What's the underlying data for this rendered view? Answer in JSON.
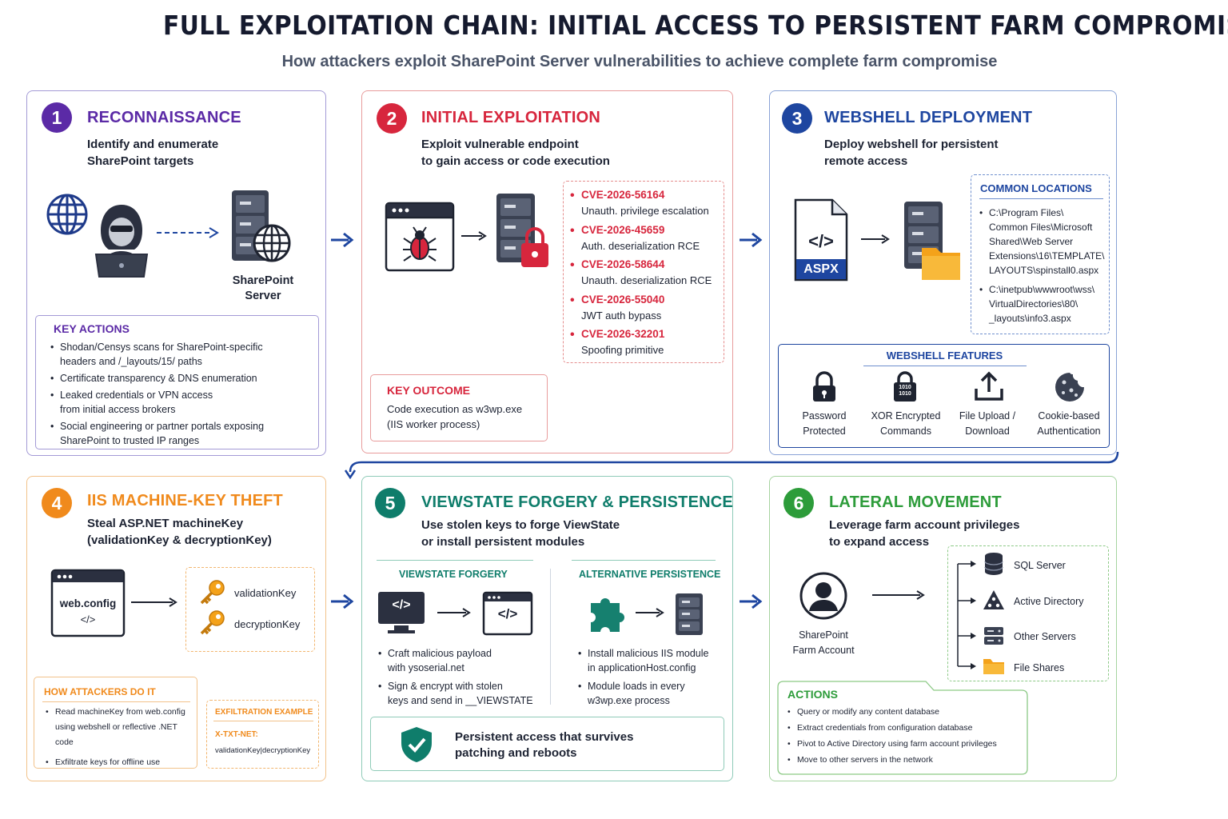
{
  "title": "FULL EXPLOITATION CHAIN: INITIAL ACCESS TO PERSISTENT FARM COMPROMISE",
  "subtitle": "How attackers exploit SharePoint Server vulnerabilities to achieve complete farm compromise",
  "colors": {
    "purple": "#5b2aa6",
    "red": "#d7263d",
    "blue": "#1e46a0",
    "orange": "#f08a1c",
    "teal": "#0f7d6b",
    "green": "#2d9c3a",
    "navy": "#1e3a8a"
  },
  "steps": [
    {
      "num": "1",
      "title": "RECONNAISSANCE",
      "desc": "Identify and enumerate\nSharePoint targets",
      "server_label": "SharePoint\nServer",
      "box_title": "KEY ACTIONS",
      "actions": [
        "Shodan/Censys scans for SharePoint-specific\nheaders and /_layouts/15/ paths",
        "Certificate transparency & DNS enumeration",
        "Leaked credentials or VPN access\nfrom initial access brokers",
        "Social engineering or partner portals exposing\nSharePoint to trusted IP ranges"
      ]
    },
    {
      "num": "2",
      "title": "INITIAL EXPLOITATION",
      "desc": "Exploit vulnerable endpoint\nto gain access or code execution",
      "cves": [
        {
          "id": "CVE-2026-56164",
          "text": "Unauth. privilege escalation"
        },
        {
          "id": "CVE-2026-45659",
          "text": "Auth. deserialization RCE"
        },
        {
          "id": "CVE-2026-58644",
          "text": "Unauth. deserialization RCE"
        },
        {
          "id": "CVE-2026-55040",
          "text": "JWT auth bypass"
        },
        {
          "id": "CVE-2026-32201",
          "text": "Spoofing primitive"
        }
      ],
      "box_title": "KEY OUTCOME",
      "outcome": "Code execution as w3wp.exe\n(IIS worker process)"
    },
    {
      "num": "3",
      "title": "WEBSHELL DEPLOYMENT",
      "desc": "Deploy webshell for persistent\nremote access",
      "file_label": "ASPX",
      "code_glyph": "</>",
      "loc_title": "COMMON LOCATIONS",
      "locations": [
        "C:\\Program Files\\\nCommon Files\\Microsoft\nShared\\Web Server\nExtensions\\16\\TEMPLATE\\\nLAYOUTS\\spinstall0.aspx",
        "C:\\inetpub\\wwwroot\\wss\\\nVirtualDirectories\\80\\\n_layouts\\info3.aspx"
      ],
      "features_title": "WEBSHELL FEATURES",
      "binary_glyph": "1010\n1010",
      "features": [
        "Password\nProtected",
        "XOR Encrypted\nCommands",
        "File Upload /\nDownload",
        "Cookie-based\nAuthentication"
      ]
    },
    {
      "num": "4",
      "title": "IIS MACHINE-KEY THEFT",
      "desc": "Steal ASP.NET machineKey\n(validationKey & decryptionKey)",
      "file_name": "web.config",
      "file_glyph": "</>",
      "keys": [
        "validationKey",
        "decryptionKey"
      ],
      "how_title": "HOW ATTACKERS DO IT",
      "how": [
        "Read machineKey from web.config\nusing webshell or reflective .NET code",
        "Exfiltrate keys for offline use"
      ],
      "exfil_title": "EXFILTRATION EXAMPLE",
      "exfil_header": "X-TXT-NET:",
      "exfil_value": "validationKey|decryptionKey"
    },
    {
      "num": "5",
      "title": "VIEWSTATE FORGERY & PERSISTENCE",
      "desc": "Use stolen keys to forge ViewState\nor install persistent modules",
      "code_glyph": "</>",
      "left_title": "VIEWSTATE FORGERY",
      "left_items": [
        "Craft malicious payload\nwith ysoserial.net",
        "Sign & encrypt with stolen\nkeys and send in __VIEWSTATE"
      ],
      "right_title": "ALTERNATIVE PERSISTENCE",
      "right_items": [
        "Install malicious IIS module\nin applicationHost.config",
        "Module loads in every\nw3wp.exe process"
      ],
      "banner": "Persistent access that survives\npatching and reboots"
    },
    {
      "num": "6",
      "title": "LATERAL MOVEMENT",
      "desc": "Leverage farm account privileges\nto expand access",
      "account_label": "SharePoint\nFarm Account",
      "targets": [
        "SQL Server",
        "Active Directory",
        "Other Servers",
        "File Shares"
      ],
      "box_title": "ACTIONS",
      "actions": [
        "Query or modify any content database",
        "Extract credentials from configuration database",
        "Pivot to Active Directory using farm account privileges",
        "Move to other servers in the network"
      ]
    }
  ]
}
